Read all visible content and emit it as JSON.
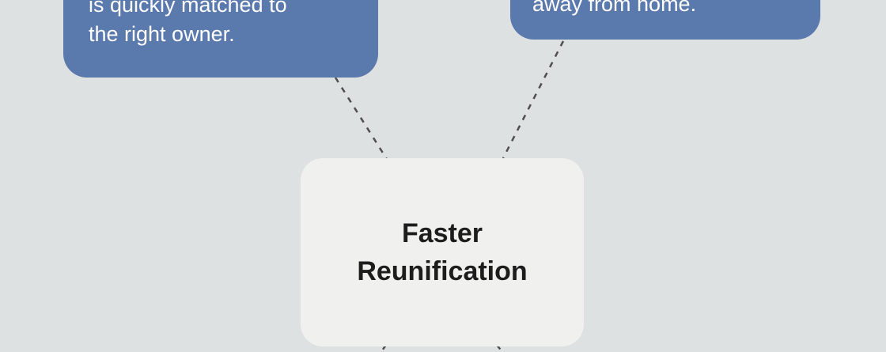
{
  "diagram": {
    "center_node": {
      "line1": "Faster",
      "line2": "Reunification"
    },
    "left_node": {
      "line1": "is quickly matched to",
      "line2": "the right owner."
    },
    "right_node": {
      "line1": "away from home."
    }
  },
  "colors": {
    "canvas_bg": "#dee1e1",
    "node_blue": "#5a79ac",
    "node_light": "#f0f1ef",
    "text_light": "#ffffff",
    "text_dark": "#1d1d1d",
    "connector": "#4f4f4f"
  }
}
